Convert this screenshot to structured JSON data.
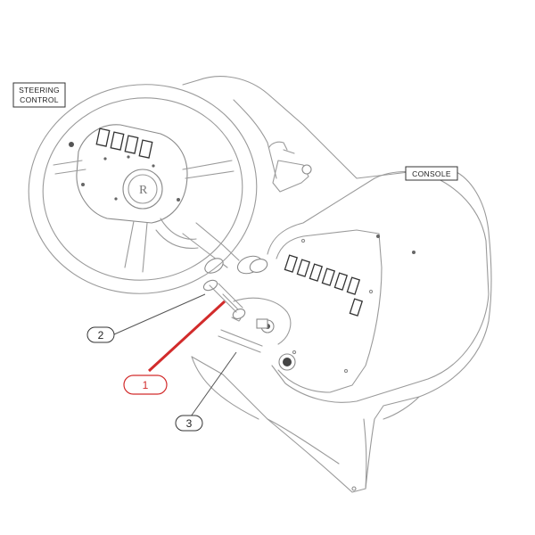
{
  "labels": {
    "steering_control_line1": "STEERING",
    "steering_control_line2": "CONTROL",
    "console": "CONSOLE"
  },
  "callouts": {
    "c1": "1",
    "c2": "2",
    "c3": "3"
  },
  "colors": {
    "leader_highlight": "#d22b2b",
    "outline": "#9a9a9a"
  }
}
